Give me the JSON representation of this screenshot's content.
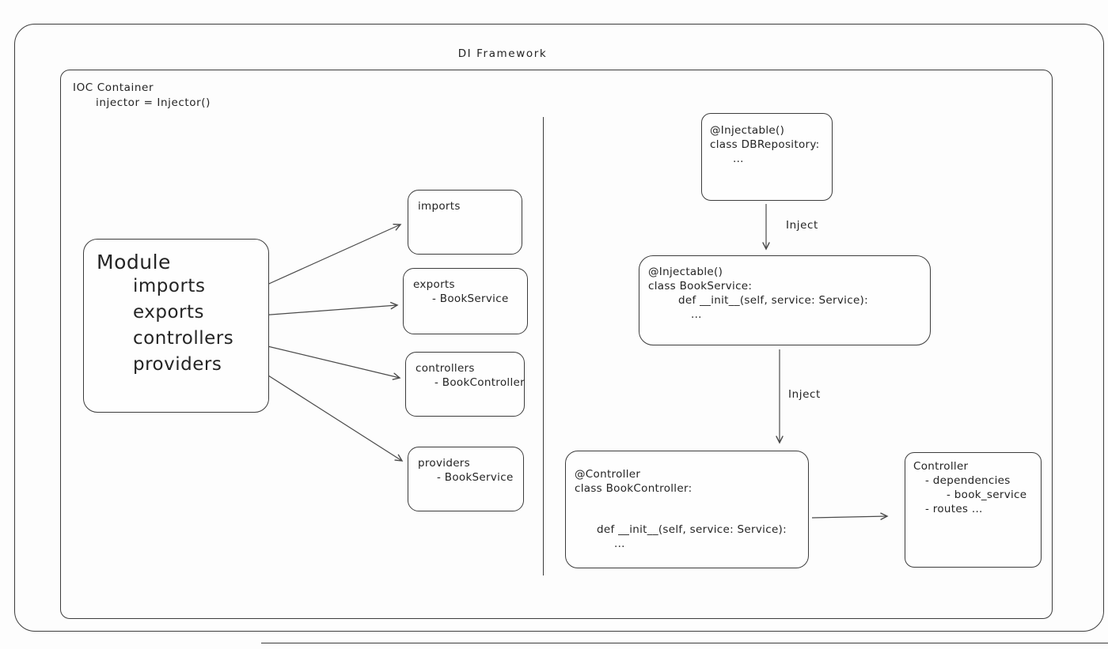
{
  "title": "DI Framework",
  "ioc_container": {
    "label": "IOC Container",
    "code": "injector = Injector()"
  },
  "module": {
    "title": "Module",
    "items": [
      "imports",
      "exports",
      "controllers",
      "providers"
    ]
  },
  "buckets": [
    {
      "title": "imports",
      "sub": ""
    },
    {
      "title": "exports",
      "sub": "- BookService"
    },
    {
      "title": "controllers",
      "sub": "- BookController"
    },
    {
      "title": "providers",
      "sub": "- BookService"
    }
  ],
  "db_repository": {
    "lines": [
      "@Injectable()",
      "class DBRepository:",
      "..."
    ]
  },
  "book_service": {
    "lines": [
      "@Injectable()",
      "class BookService:",
      "def __init__(self, service: Service):",
      "..."
    ]
  },
  "book_controller": {
    "lines": [
      "@Controller",
      "class BookController:",
      "def __init__(self, service: Service):",
      "..."
    ]
  },
  "controller_summary": {
    "title": "Controller",
    "items": [
      "- dependencies",
      "- book_service",
      "- routes ..."
    ]
  },
  "labels": {
    "inject_top": "Inject",
    "inject_bottom": "Inject"
  }
}
